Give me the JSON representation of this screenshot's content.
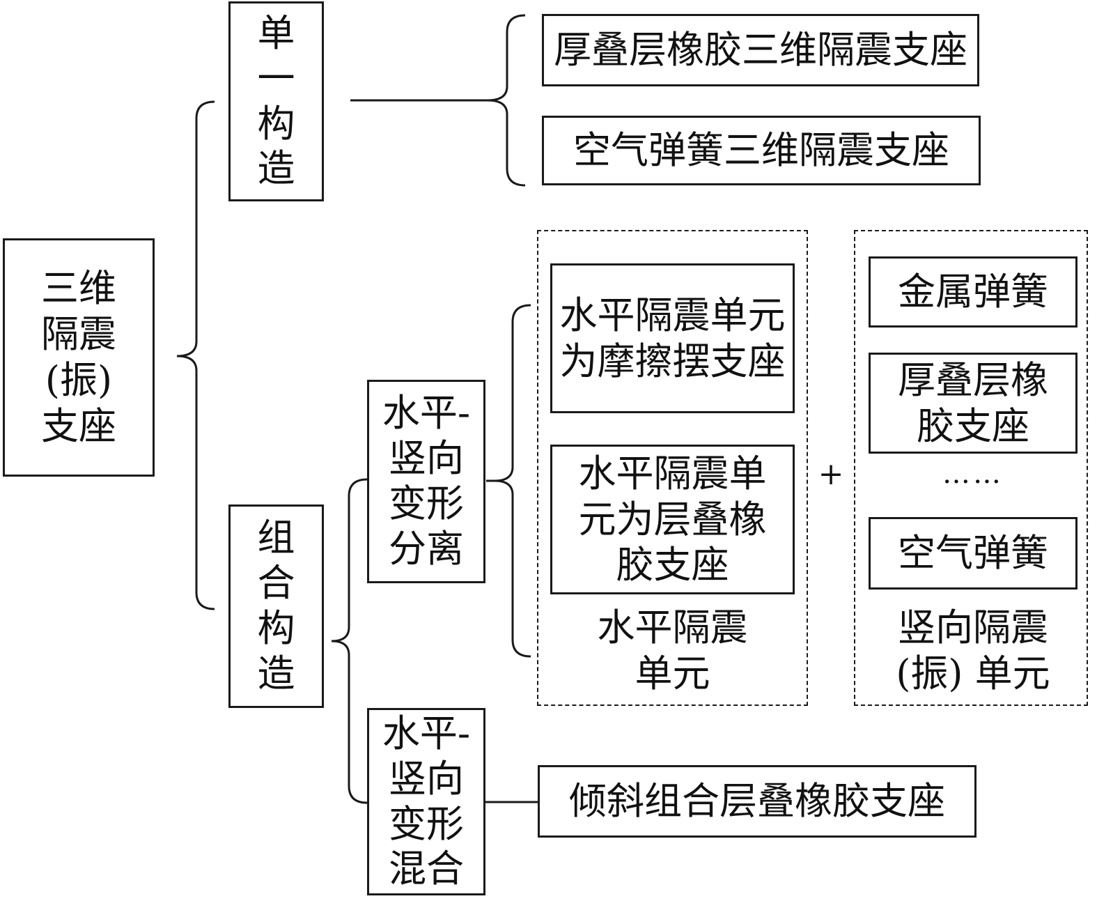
{
  "root": {
    "label": "三维\n隔震\n(振)\n支座"
  },
  "single": {
    "label": "单\n一\n构\n造",
    "items": [
      "厚叠层橡胶三维隔震支座",
      "空气弹簧三维隔震支座"
    ]
  },
  "combined": {
    "label": "组\n合\n构\n造",
    "separated": {
      "label": "水平-\n竖向\n变形\n分离",
      "horizontal_group": {
        "caption": "水平隔震\n单元",
        "items": [
          "水平隔震单元\n为摩擦摆支座",
          "水平隔震单\n元为层叠橡\n胶支座"
        ]
      },
      "plus": "+",
      "vertical_group": {
        "caption": "竖向隔震\n(振) 单元",
        "items": [
          "金属弹簧",
          "厚叠层橡\n胶支座",
          "空气弹簧"
        ],
        "ellipsis": "……"
      }
    },
    "mixed": {
      "label": "水平-\n竖向\n变形\n混合",
      "item": "倾斜组合层叠橡胶支座"
    }
  }
}
